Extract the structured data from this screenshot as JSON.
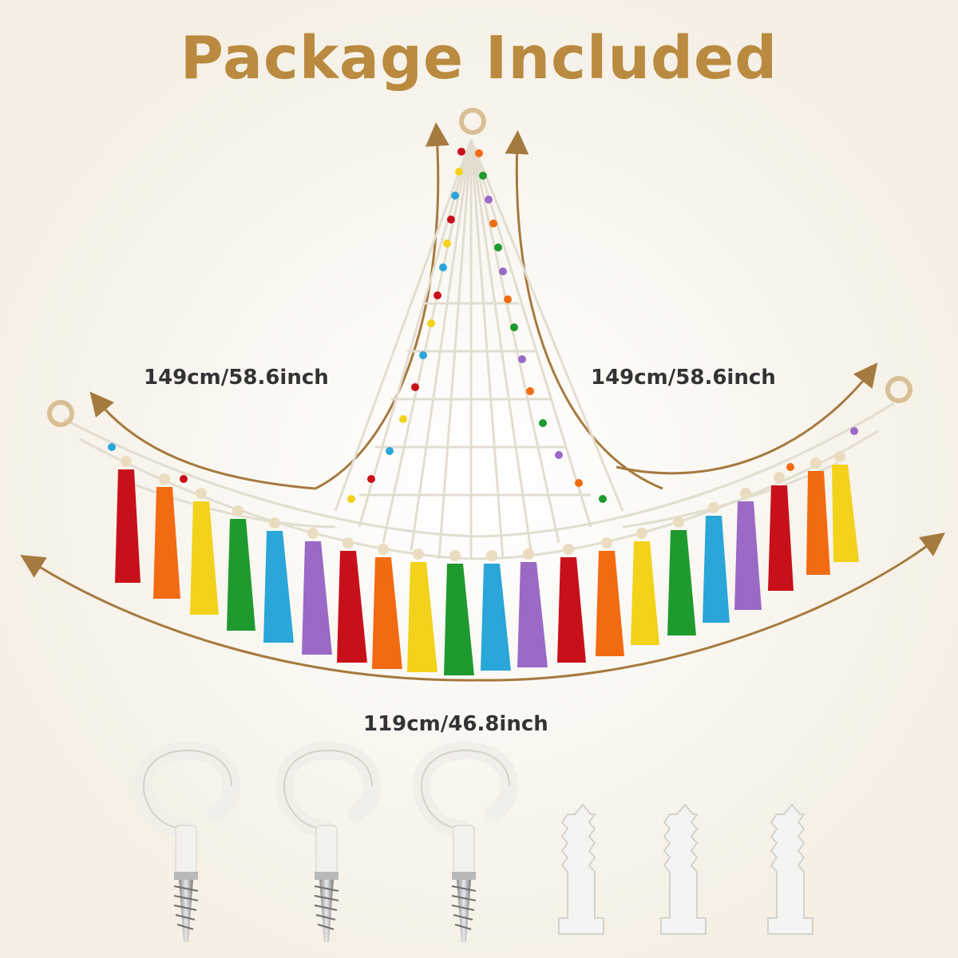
{
  "title": "Package Included",
  "dimensions": {
    "left_side": "149cm/58.6inch",
    "right_side": "149cm/58.6inch",
    "front_edge": "119cm/46.8inch"
  },
  "colors": {
    "title": "#b98a3f",
    "arrow": "#a57a3e",
    "rope": "#e8e2d6",
    "tassels": [
      "#c8101a",
      "#f26a12",
      "#f2d21a",
      "#1f9a2e",
      "#2aa6d8",
      "#9a6ac6"
    ]
  },
  "contents": {
    "hammock": "macrame-hammock-with-tassels",
    "hooks": 3,
    "wall_anchors": 3
  }
}
